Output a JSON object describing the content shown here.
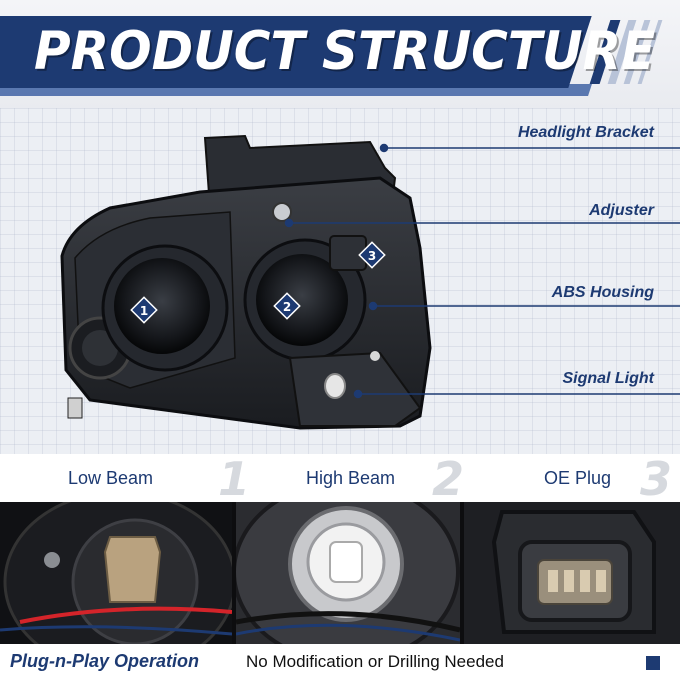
{
  "header": {
    "title": "PRODUCT STRUCTURE"
  },
  "callouts": [
    {
      "label": "Headlight Bracket"
    },
    {
      "label": "Adjuster"
    },
    {
      "label": "ABS Housing"
    },
    {
      "label": "Signal Light"
    }
  ],
  "markers": [
    "1",
    "2",
    "3"
  ],
  "features": [
    {
      "label": "Low Beam",
      "number": "1"
    },
    {
      "label": "High Beam",
      "number": "2"
    },
    {
      "label": "OE Plug",
      "number": "3"
    }
  ],
  "footer": {
    "highlight": "Plug-n-Play Operation",
    "text": "No Modification or Drilling Needed"
  },
  "colors": {
    "brand_blue": "#1d3a72",
    "accent_blue": "#4a6aa8"
  }
}
